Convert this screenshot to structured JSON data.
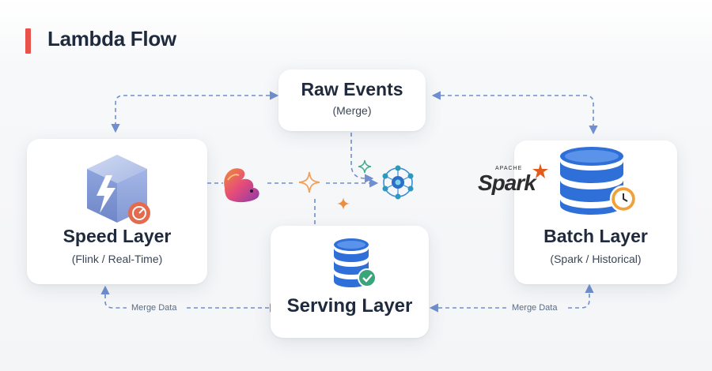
{
  "header": {
    "title": "Lambda Flow"
  },
  "raw_events": {
    "title": "Raw Events",
    "subtitle": "(Merge)"
  },
  "speed_layer": {
    "title": "Speed Layer",
    "subtitle": "(Flink / Real-Time)"
  },
  "batch_layer": {
    "title": "Batch Layer",
    "subtitle": "(Spark / Historical)"
  },
  "serving_layer": {
    "title": "Serving Layer"
  },
  "flows": {
    "left_label": "Merge Data",
    "right_label": "Merge Data"
  },
  "logos": {
    "spark_text": "Spark",
    "spark_super": "APACHE"
  },
  "colors": {
    "accent": "#e8524a",
    "connector": "#6f8fd0",
    "db_blue": "#2f6fd8",
    "text": "#1f2a3d"
  },
  "icons": [
    "lightning-cube-icon",
    "flink-squirrel-icon",
    "sparkle-icon",
    "network-hub-icon",
    "spark-logo",
    "database-clock-icon",
    "database-check-icon"
  ]
}
